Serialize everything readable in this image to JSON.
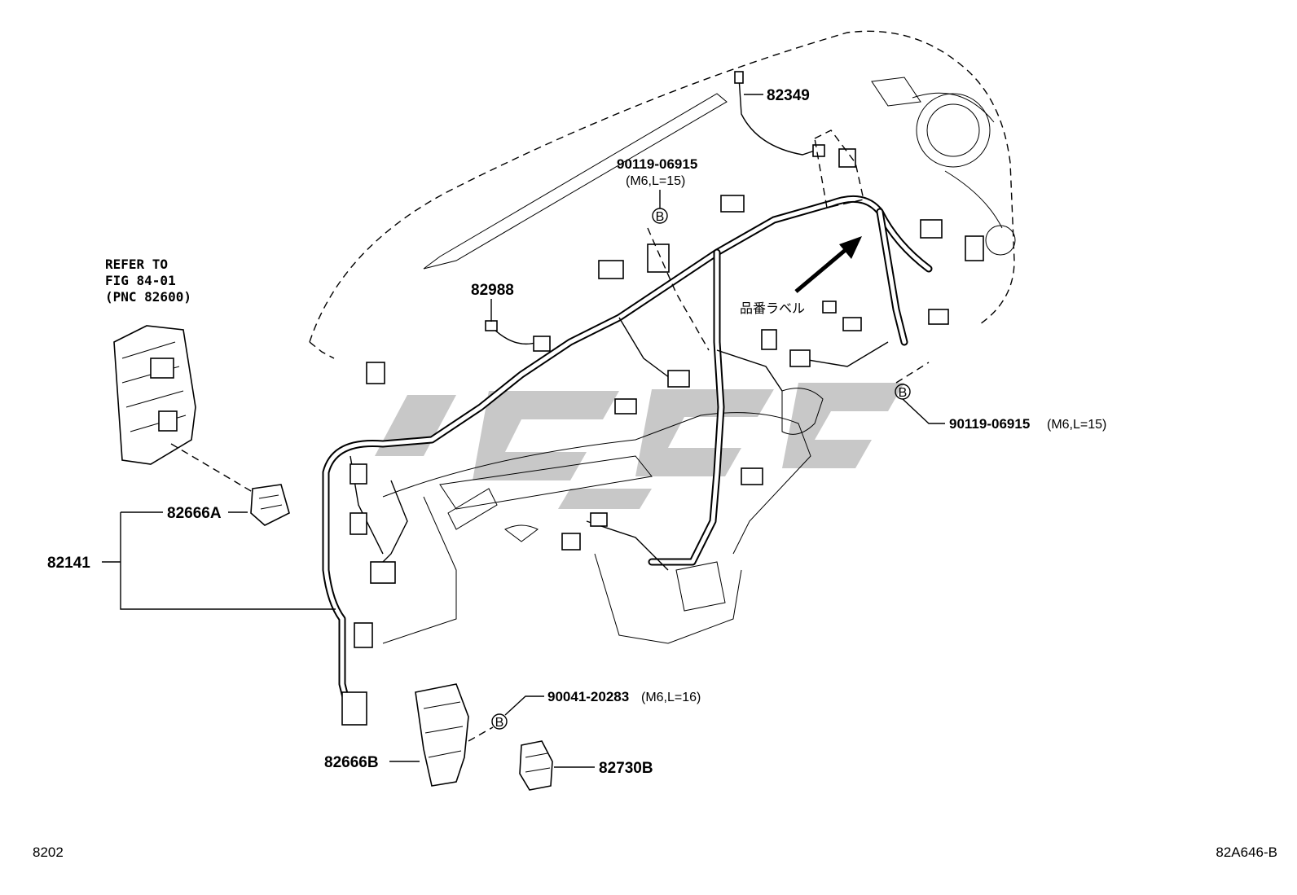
{
  "callouts": {
    "p82349": "82349",
    "p90119_top": "90119-06915",
    "p90119_top_spec": "(M6,L=15)",
    "p82988": "82988",
    "refer_line1": "REFER TO",
    "refer_line2": "FIG 84-01",
    "refer_line3": "(PNC 82600)",
    "label_jp": "品番ラベル",
    "p90119_right": "90119-06915",
    "p90119_right_spec": "(M6,L=15)",
    "p82666A": "82666A",
    "p82141": "82141",
    "p90041": "90041-20283",
    "p90041_spec": "(M6,L=16)",
    "p82666B": "82666B",
    "p82730B": "82730B",
    "bolt_marker": "B"
  },
  "footer": {
    "page_code": "8202",
    "figure_code": "82A646-B"
  }
}
